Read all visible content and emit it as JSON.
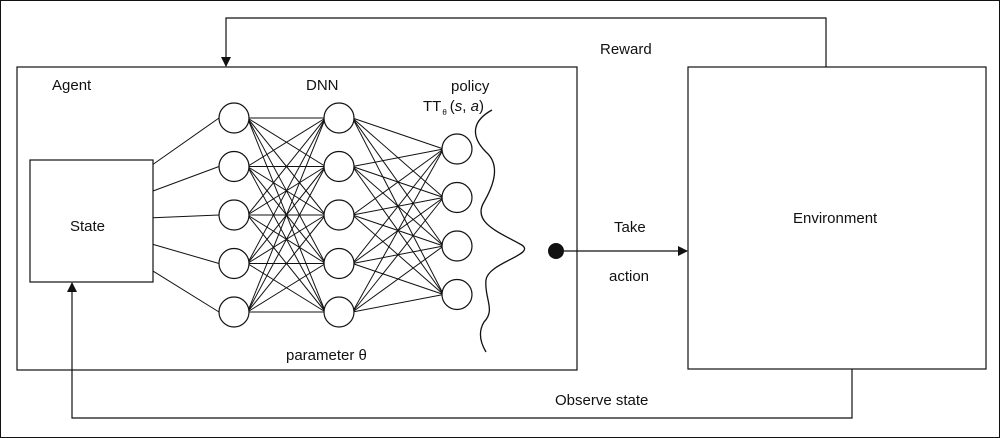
{
  "labels": {
    "agent": "Agent",
    "dnn": "DNN",
    "policy": "policy",
    "policy_symbol": "TT",
    "policy_subscript": "θ",
    "policy_open": "(",
    "policy_s": "s",
    "policy_comma": ", ",
    "policy_a": "a",
    "policy_close": ")",
    "state": "State",
    "parameter": "parameter θ",
    "environment": "Environment",
    "take": "Take",
    "action": "action",
    "reward": "Reward",
    "observe": "Observe state"
  },
  "network": {
    "layer_sizes": [
      5,
      5,
      4
    ]
  },
  "colors": {
    "stroke": "#111111",
    "background": "#ffffff"
  }
}
